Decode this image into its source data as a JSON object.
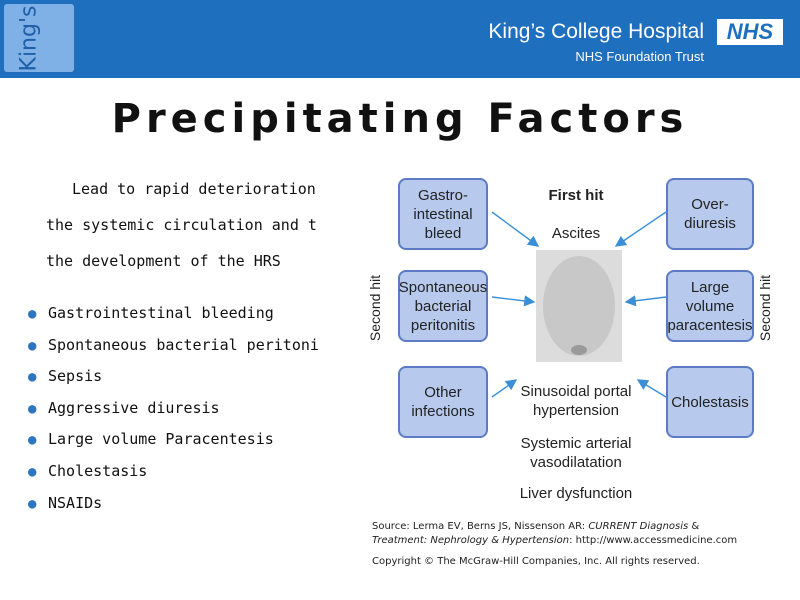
{
  "header": {
    "logo_text": "King's",
    "hospital_name": "King’s College Hospital",
    "trust_name": "NHS Foundation Trust",
    "nhs_logo": "NHS",
    "background": "#1f6fbf"
  },
  "slide": {
    "title": "Precipitating Factors",
    "intro_lines": [
      "Lead to rapid deterioration",
      "the systemic circulation and t",
      "the development of the HRS"
    ],
    "bullets": [
      "Gastrointestinal bleeding",
      "Spontaneous bacterial peritoni",
      "Sepsis",
      "Aggressive diuresis",
      "Large volume Paracentesis",
      "Cholestasis",
      "NSAIDs"
    ],
    "bullet_icon": "bullet-dot-icon"
  },
  "diagram": {
    "first_hit": "First hit",
    "ascites": "Ascites",
    "second_hit_left": "Second hit",
    "second_hit_right": "Second hit",
    "left_boxes": [
      "Gastro-\nintestinal\nbleed",
      "Spontaneous\nbacterial\nperitonitis",
      "Other\ninfections"
    ],
    "right_boxes": [
      "Over-\ndiuresis",
      "Large\nvolume\nparacentesis",
      "Cholestasis"
    ],
    "center_lines": [
      "Sinusoidal portal\nhypertension",
      "Systemic arterial\nvasodilatation",
      "Liver dysfunction"
    ],
    "box_fill": "#b7c9ec",
    "box_border": "#5b7cc4",
    "arrow_color": "#3a8fd6"
  },
  "source": {
    "line1_prefix": "Source: Lerma EV, Berns JS, Nissenson AR: ",
    "line1_italic": "CURRENT Diagnosis",
    "line1_suffix": " &",
    "line2_italic": "Treatment: Nephrology & Hypertension",
    "line2_suffix": ": http://www.accessmedicine.com",
    "copyright": "Copyright © The McGraw-Hill Companies, Inc. All rights reserved."
  }
}
